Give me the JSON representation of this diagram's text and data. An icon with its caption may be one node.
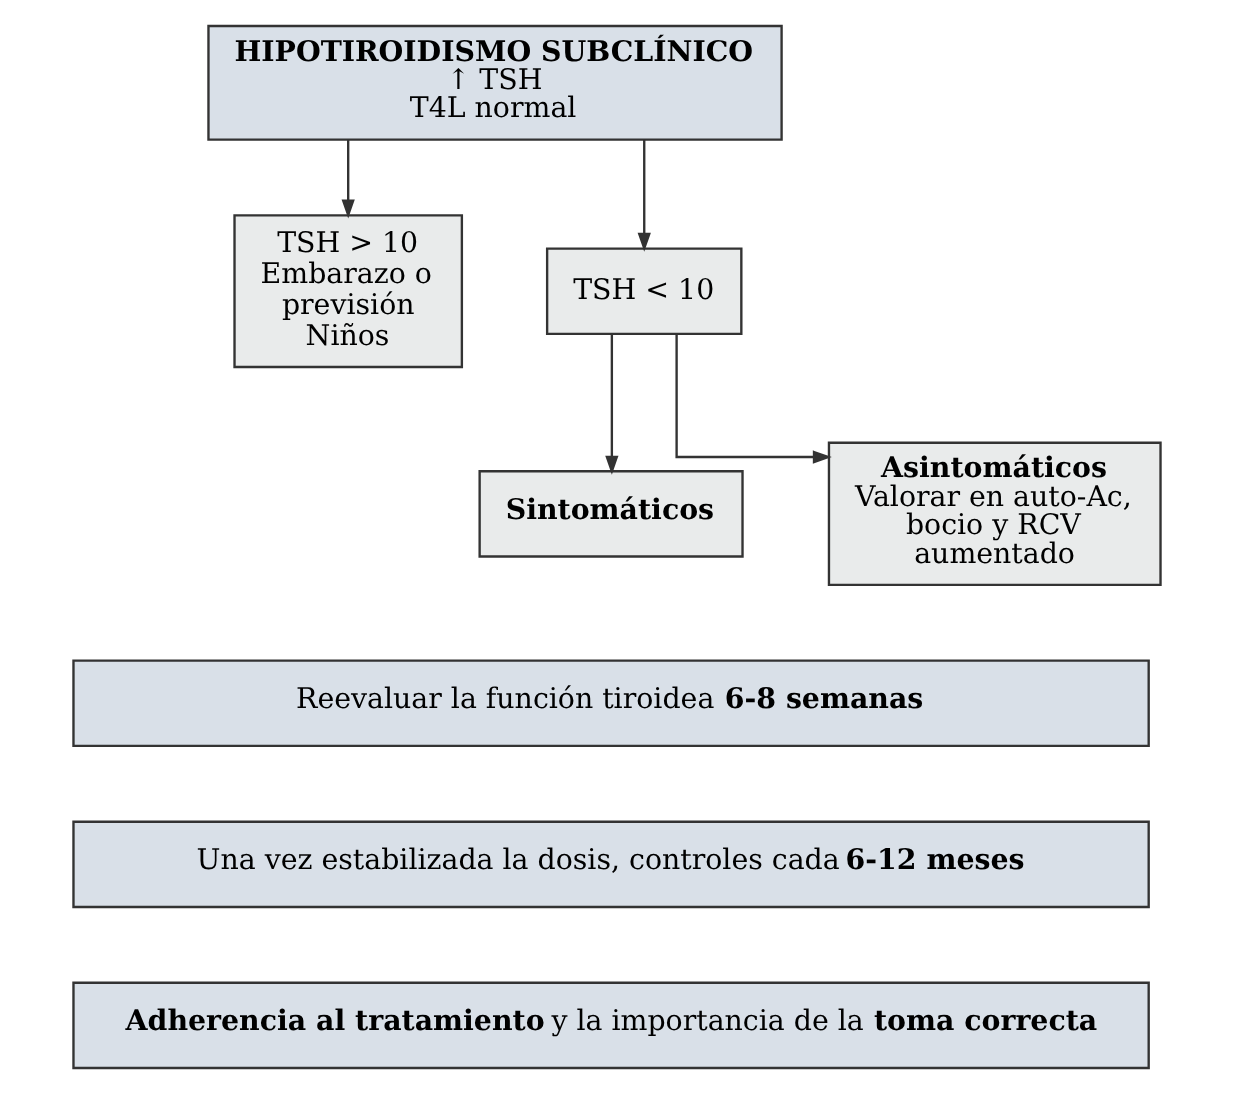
{
  "diagram": {
    "nodes": [
      {
        "text": [
          "HIPOTIROIDISMO SUBCLÍNICO",
          "↑ TSH",
          "T4L normal"
        ]
      },
      {
        "text": [
          "TSH > 10",
          "Embarazo o previsión",
          "Niños"
        ]
      },
      {
        "text": [
          "TSH < 10"
        ]
      },
      {
        "text": [
          "Sintomáticos"
        ]
      },
      {
        "text": [
          "Asintomáticos",
          "Valorar en auto-Ac, bocio y RCV aumentado"
        ]
      },
      {
        "text": [
          "Reevaluar la función tiroidea **6-8 semanas**"
        ]
      },
      {
        "text": [
          "Una vez estabilizada la dosis, controles cada **6-12 meses**"
        ]
      },
      {
        "text": [
          "**Adherencia al tratamiento** y la importancia de la **toma correcta**"
        ]
      }
    ],
    "edges": [
      {
        "from": 0,
        "to": 1,
        "arrow": "to"
      },
      {
        "from": 0,
        "to": 2,
        "arrow": "to"
      },
      {
        "from": 2,
        "to": 3,
        "arrow": "to"
      },
      {
        "from": 2,
        "to": 4,
        "arrow": "to"
      }
    ]
  }
}
